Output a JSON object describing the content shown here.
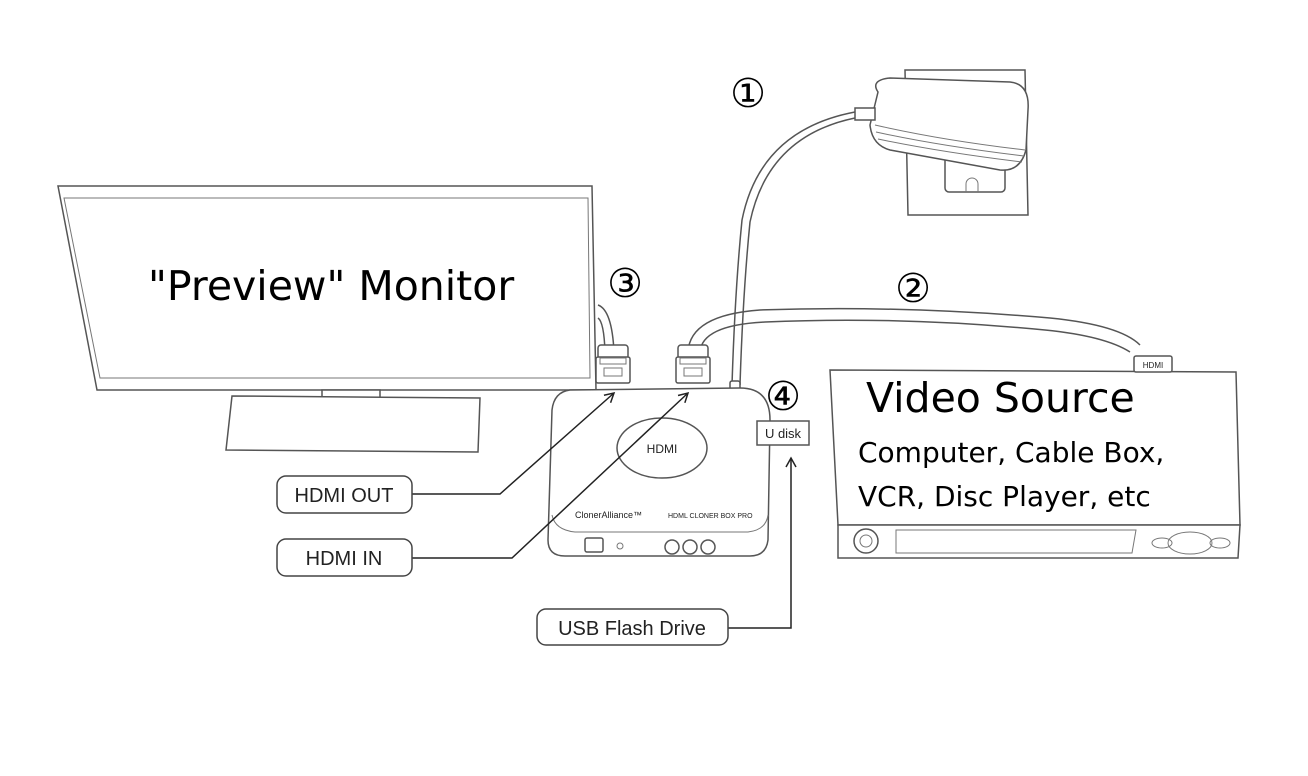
{
  "title": "HDMI Cloner Box connection diagram",
  "monitor": {
    "label": "\"Preview\" Monitor"
  },
  "video_source": {
    "title": "Video Source",
    "line1": "Computer, Cable Box,",
    "line2": "VCR, Disc Player, etc"
  },
  "device": {
    "brand": "ClonerAlliance™",
    "model": "HDML CLONER BOX PRO",
    "logo": "HDMI"
  },
  "steps": [
    "①",
    "②",
    "③",
    "④"
  ],
  "callouts": {
    "hdmi_out": "HDMI OUT",
    "hdmi_in": "HDMI IN",
    "usb": "USB Flash Drive",
    "udisk": "U disk"
  },
  "connector_label": "HDMI"
}
